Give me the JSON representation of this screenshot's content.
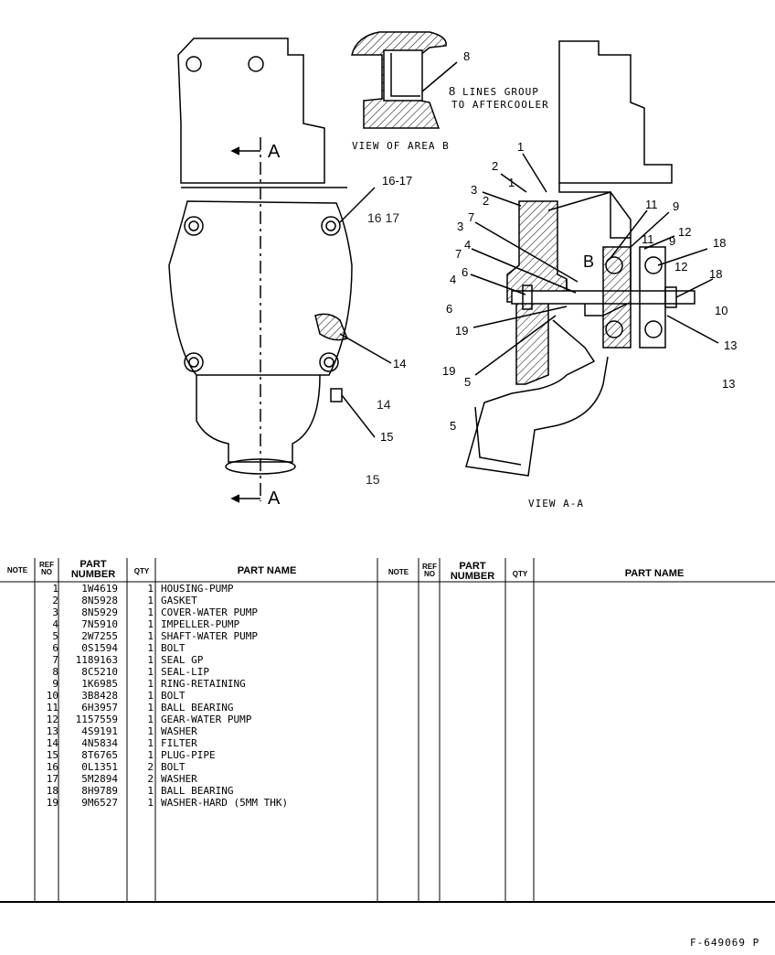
{
  "drawing": {
    "section_label": "A",
    "view_area_b": "VIEW OF AREA B",
    "lines_group_1": "LINES GROUP",
    "lines_group_2": "TO AFTERCOOLER",
    "view_aa": "VIEW A-A",
    "area_b_marker": "B",
    "callouts_left": [
      "16-17",
      "16 17",
      "14",
      "14",
      "15",
      "15"
    ],
    "callouts_area_b": [
      "8",
      "8"
    ],
    "callouts_right": [
      "1",
      "1",
      "2",
      "2",
      "3",
      "3",
      "4",
      "4",
      "5",
      "5",
      "6",
      "6",
      "7",
      "7",
      "19",
      "19",
      "9",
      "9",
      "11",
      "11",
      "12",
      "12",
      "18",
      "18",
      "10",
      "10",
      "13",
      "13"
    ]
  },
  "table": {
    "headers": {
      "note": "NOTE",
      "ref": "REF NO",
      "part_number": "PART NUMBER",
      "qty": "QTY",
      "part_name": "PART NAME"
    },
    "rows": [
      {
        "ref": "1",
        "part": "1W4619",
        "qty": "1",
        "name": "HOUSING-PUMP"
      },
      {
        "ref": "2",
        "part": "8N5928",
        "qty": "1",
        "name": "GASKET"
      },
      {
        "ref": "3",
        "part": "8N5929",
        "qty": "1",
        "name": "COVER-WATER PUMP"
      },
      {
        "ref": "4",
        "part": "7N5910",
        "qty": "1",
        "name": "IMPELLER-PUMP"
      },
      {
        "ref": "5",
        "part": "2W7255",
        "qty": "1",
        "name": "SHAFT-WATER PUMP"
      },
      {
        "ref": "6",
        "part": "0S1594",
        "qty": "1",
        "name": "BOLT"
      },
      {
        "ref": "7",
        "part": "1189163",
        "qty": "1",
        "name": "SEAL GP"
      },
      {
        "ref": "8",
        "part": "8C5210",
        "qty": "1",
        "name": "SEAL-LIP"
      },
      {
        "ref": "9",
        "part": "1K6985",
        "qty": "1",
        "name": "RING-RETAINING"
      },
      {
        "ref": "10",
        "part": "3B8428",
        "qty": "1",
        "name": "BOLT"
      },
      {
        "ref": "11",
        "part": "6H3957",
        "qty": "1",
        "name": "BALL BEARING"
      },
      {
        "ref": "12",
        "part": "1157559",
        "qty": "1",
        "name": "GEAR-WATER PUMP"
      },
      {
        "ref": "13",
        "part": "4S9191",
        "qty": "1",
        "name": "WASHER"
      },
      {
        "ref": "14",
        "part": "4N5834",
        "qty": "1",
        "name": "FILTER"
      },
      {
        "ref": "15",
        "part": "8T6765",
        "qty": "1",
        "name": "PLUG-PIPE"
      },
      {
        "ref": "16",
        "part": "0L1351",
        "qty": "2",
        "name": "BOLT"
      },
      {
        "ref": "17",
        "part": "5M2894",
        "qty": "2",
        "name": "WASHER"
      },
      {
        "ref": "18",
        "part": "8H9789",
        "qty": "1",
        "name": "BALL BEARING"
      },
      {
        "ref": "19",
        "part": "9M6527",
        "qty": "1",
        "name": "WASHER-HARD (5MM THK)"
      }
    ]
  },
  "footer": {
    "doc_code": "F-649069 P"
  }
}
